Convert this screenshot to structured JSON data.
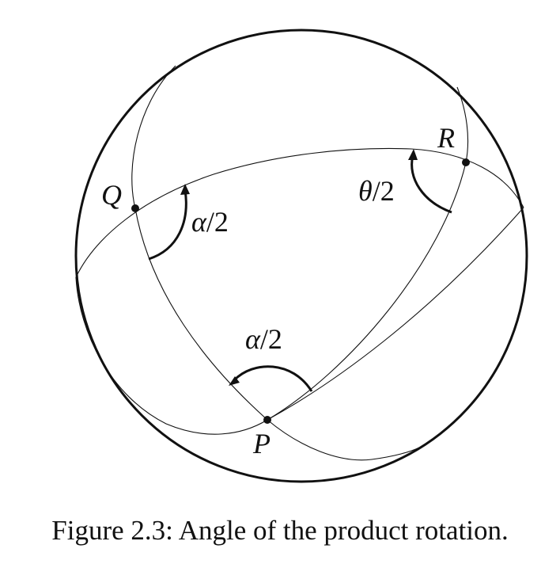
{
  "figure": {
    "points": {
      "P": "P",
      "Q": "Q",
      "R": "R"
    },
    "angles": {
      "at_Q": {
        "symbol": "α",
        "suffix": "/2"
      },
      "at_R": {
        "symbol": "θ",
        "suffix": "/2"
      },
      "at_P": {
        "symbol": "α",
        "suffix": "/2"
      }
    }
  },
  "caption": "Figure 2.3: Angle of the product rotation."
}
